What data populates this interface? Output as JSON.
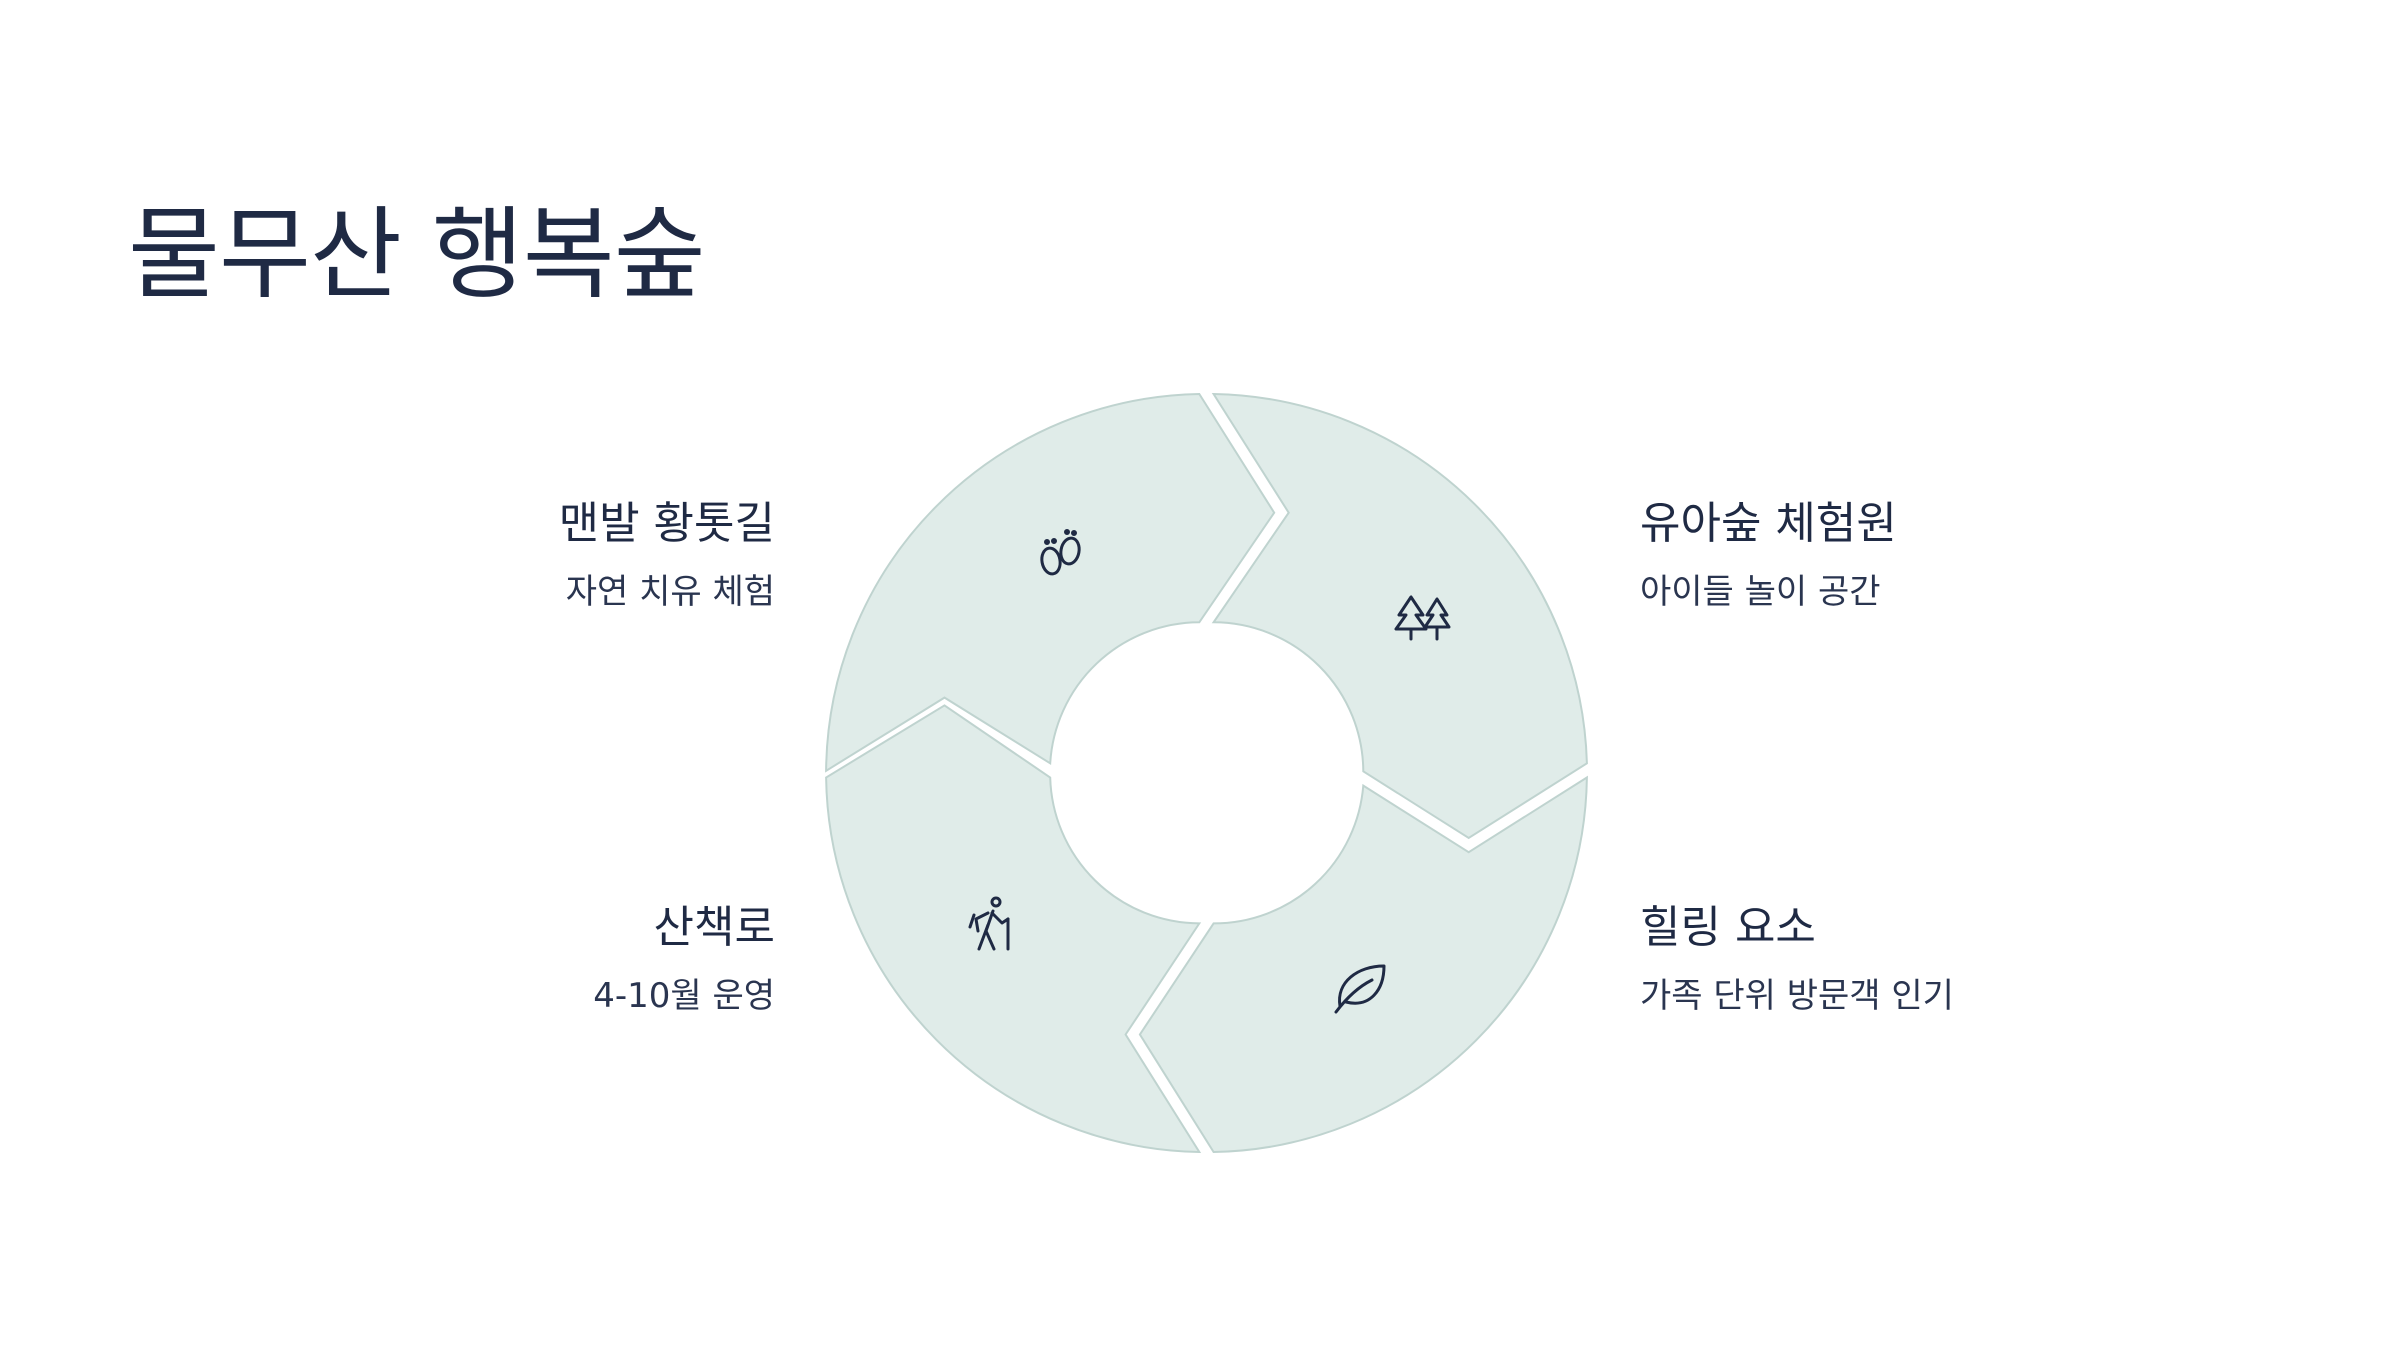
{
  "title": "물무산 행복숲",
  "colors": {
    "segment_fill": "#e0ece9",
    "segment_stroke": "#bfd3cf",
    "text": "#1f2a44"
  },
  "items": [
    {
      "title": "맨발 황톳길",
      "subtitle": "자연 치유 체험",
      "icon": "footprints-icon"
    },
    {
      "title": "유아숲 체험원",
      "subtitle": "아이들 놀이 공간",
      "icon": "trees-icon"
    },
    {
      "title": "산책로",
      "subtitle": "4-10월 운영",
      "icon": "hiker-icon"
    },
    {
      "title": "힐링 요소",
      "subtitle": "가족 단위 방문객 인기",
      "icon": "leaf-icon"
    }
  ]
}
